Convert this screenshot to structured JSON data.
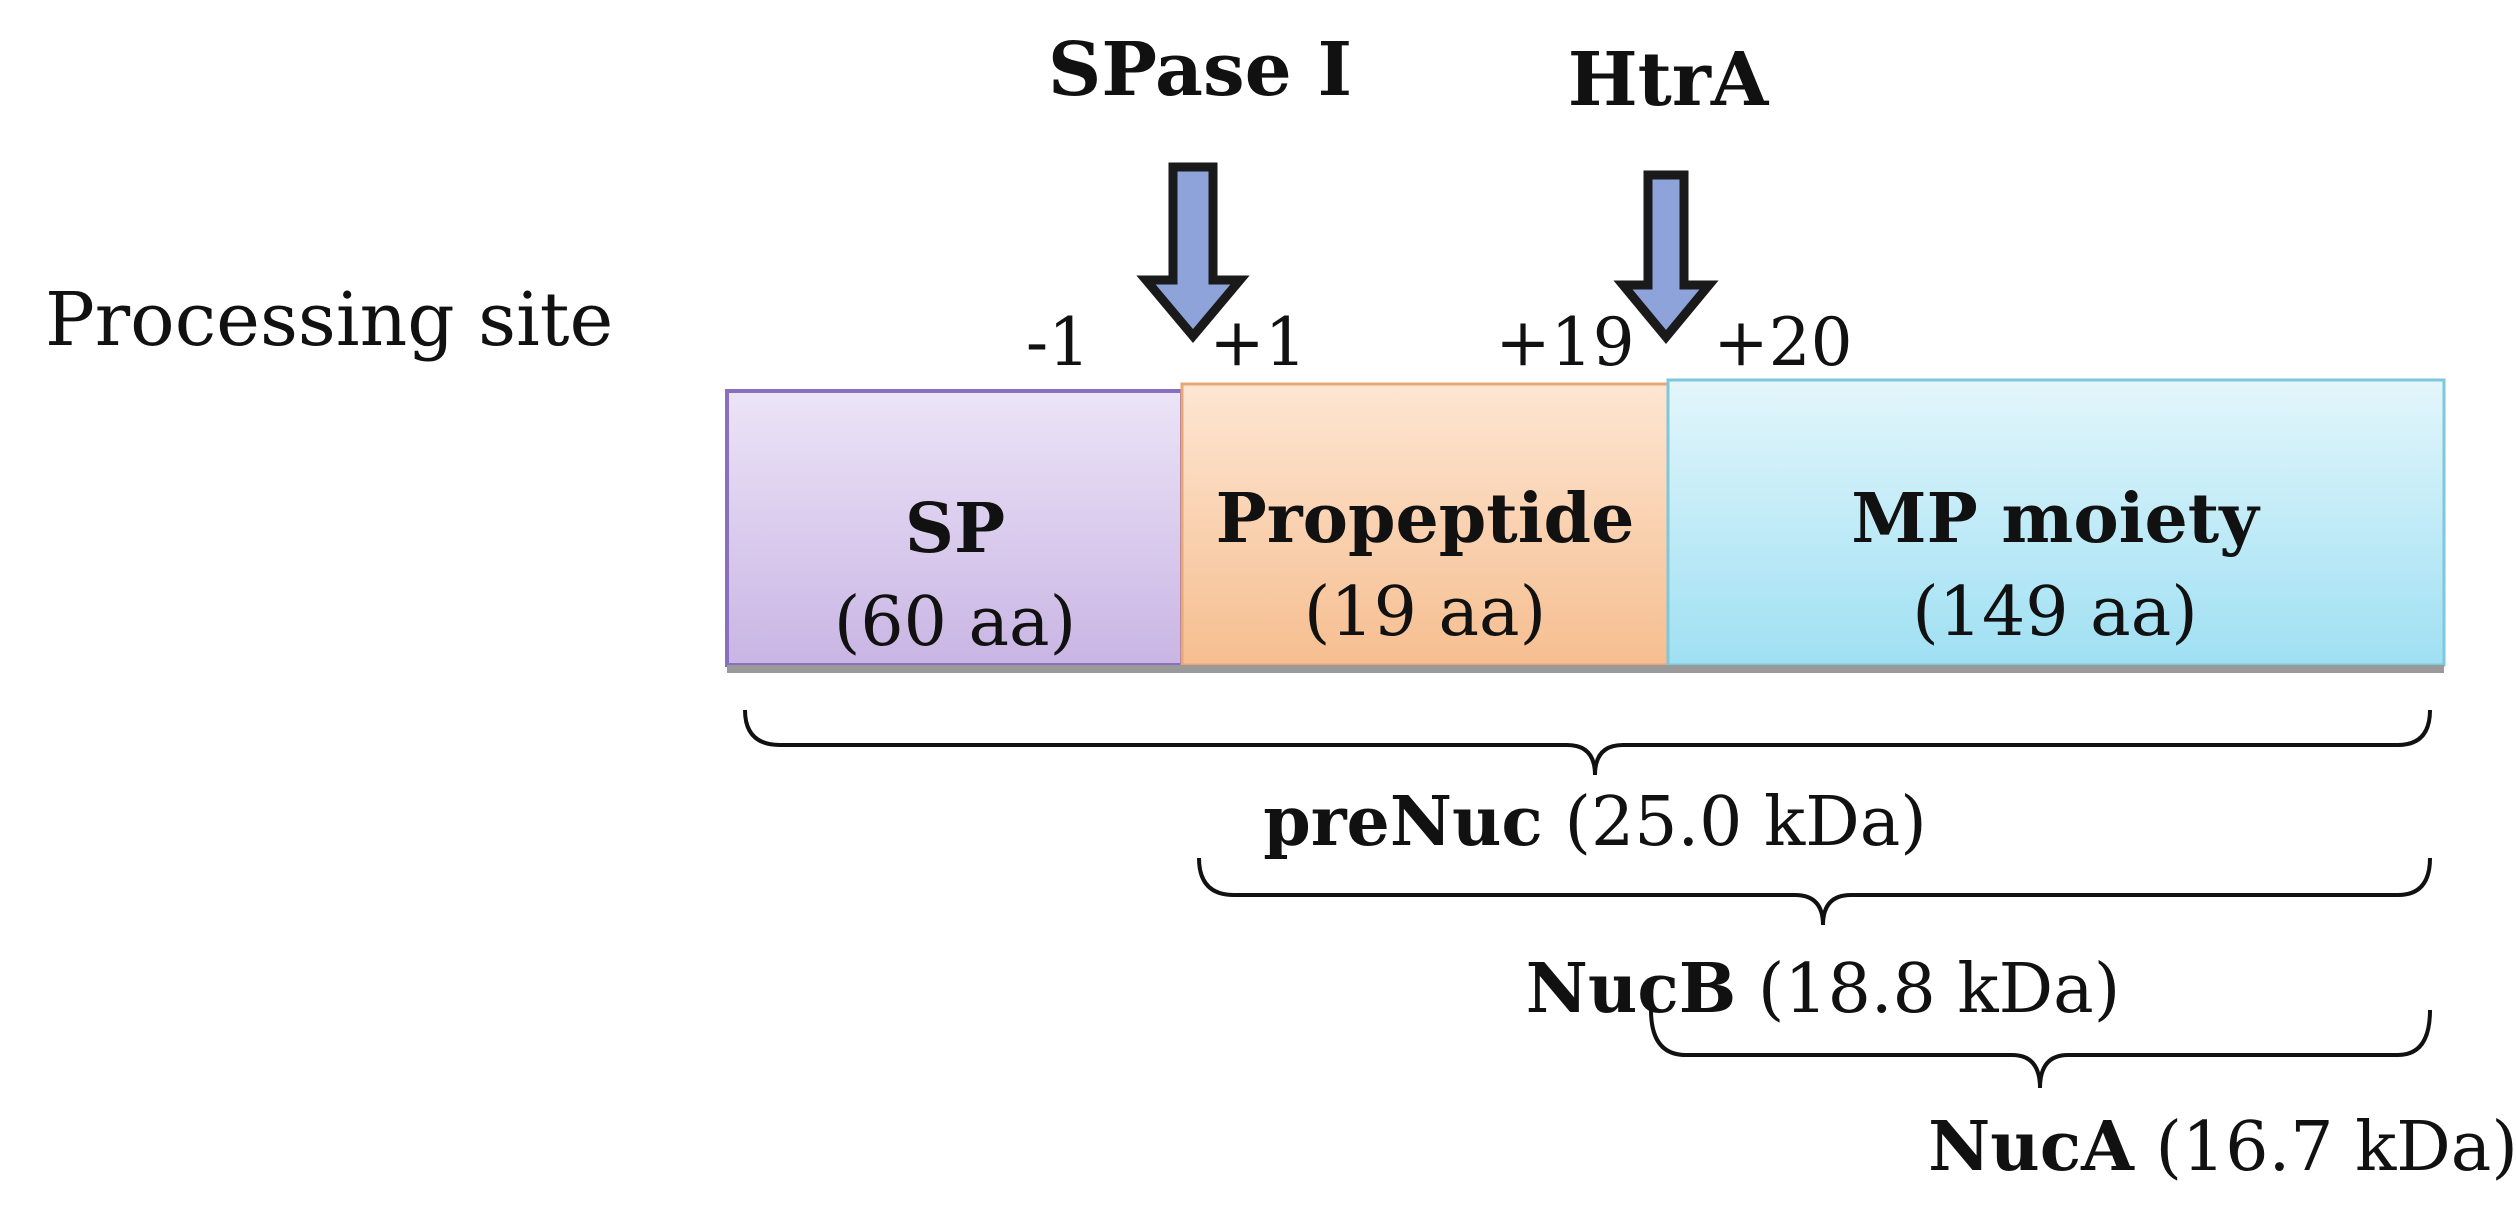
{
  "processing": {
    "label": "Processing site",
    "enzymes": [
      {
        "name": "SPase I"
      },
      {
        "name": "HtrA"
      }
    ],
    "positions": [
      "-1",
      "+1",
      "+19",
      "+20"
    ]
  },
  "domains": [
    {
      "name": "SP",
      "length": "(60 aa)",
      "color_top": "#ece4f7",
      "color_bottom": "#c9b5e4",
      "border": "#8a6fbe"
    },
    {
      "name": "Propeptide",
      "length": "(19 aa)",
      "color_top": "#fde6d2",
      "color_bottom": "#f6be90",
      "border": "#e9a777"
    },
    {
      "name": "MP moiety",
      "length": "(149 aa)",
      "color_top": "#e3f6fb",
      "color_bottom": "#9fe0f3",
      "border": "#7fc8dc"
    }
  ],
  "products": [
    {
      "name": "preNuc",
      "mass": "(25.0 kDa)"
    },
    {
      "name": "NucB",
      "mass": "(18.8 kDa)"
    },
    {
      "name": "NucA",
      "mass": "(16.7 kDa)"
    }
  ],
  "colors": {
    "arrow_fill": "#8ea3d9",
    "arrow_stroke": "#1a1a1a",
    "bar_baseline": "#9a9a9a"
  }
}
